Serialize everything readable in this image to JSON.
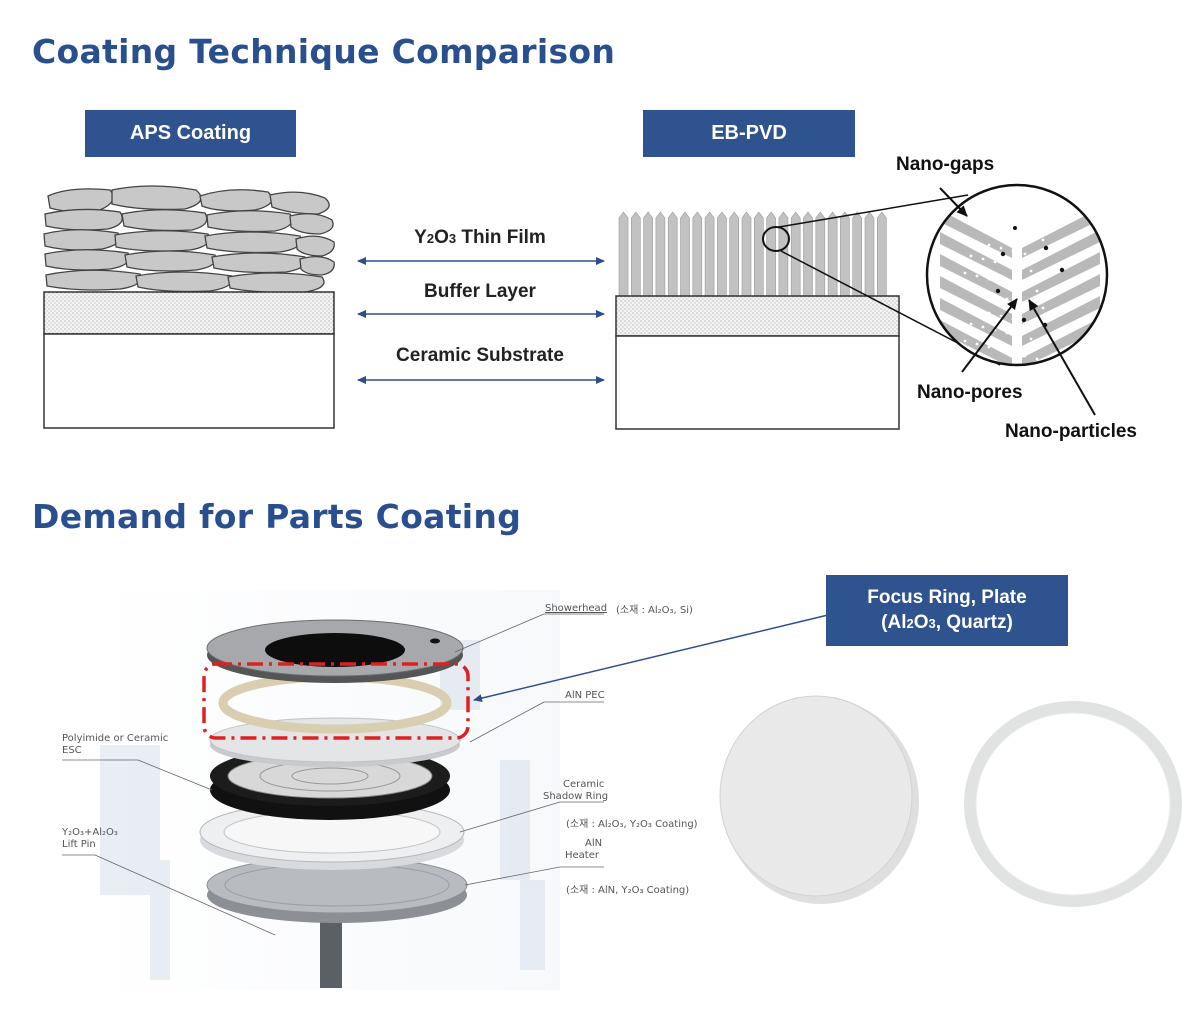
{
  "section1": {
    "title": "Coating Technique Comparison",
    "aps_label": "APS Coating",
    "ebpvd_label": "EB-PVD",
    "layers": {
      "thin_film_pre": "Y",
      "thin_film_sub1": "2",
      "thin_film_mid": "O",
      "thin_film_sub2": "3",
      "thin_film_post": " Thin Film",
      "buffer": "Buffer Layer",
      "substrate": "Ceramic Substrate"
    },
    "callouts": {
      "gaps": "Nano-gaps",
      "pores": "Nano-pores",
      "particles": "Nano-particles"
    }
  },
  "section2": {
    "title": "Demand for Parts Coating",
    "focus_ring": {
      "line1": "Focus Ring, Plate",
      "line2_pre": "(Al",
      "line2_sub1": "2",
      "line2_mid": "O",
      "line2_sub2": "3",
      "line2_post": ", Quartz)"
    },
    "parts": {
      "showerhead": "Showerhead",
      "showerhead_material": "(소재 : Al₂O₃, Si)",
      "aln_pec": "AlN PEC",
      "esc_line1": "Polyimide or Ceramic",
      "esc_line2": "ESC",
      "shadow_line1": "Ceramic",
      "shadow_line2": "Shadow Ring",
      "shadow_material": "(소재 : Al₂O₃, Y₂O₃ Coating)",
      "lift_line1": "Y₂O₃+Al₂O₃",
      "lift_line2": "Lift Pin",
      "heater_line1": "AlN",
      "heater_line2": "Heater",
      "heater_material": "(소재 : AlN, Y₂O₃ Coating)"
    }
  },
  "colors": {
    "title_blue": "#2a4f8f",
    "box_blue": "#2e538f",
    "arrow_blue": "#2b4f8c",
    "highlight_red": "#e02020"
  }
}
